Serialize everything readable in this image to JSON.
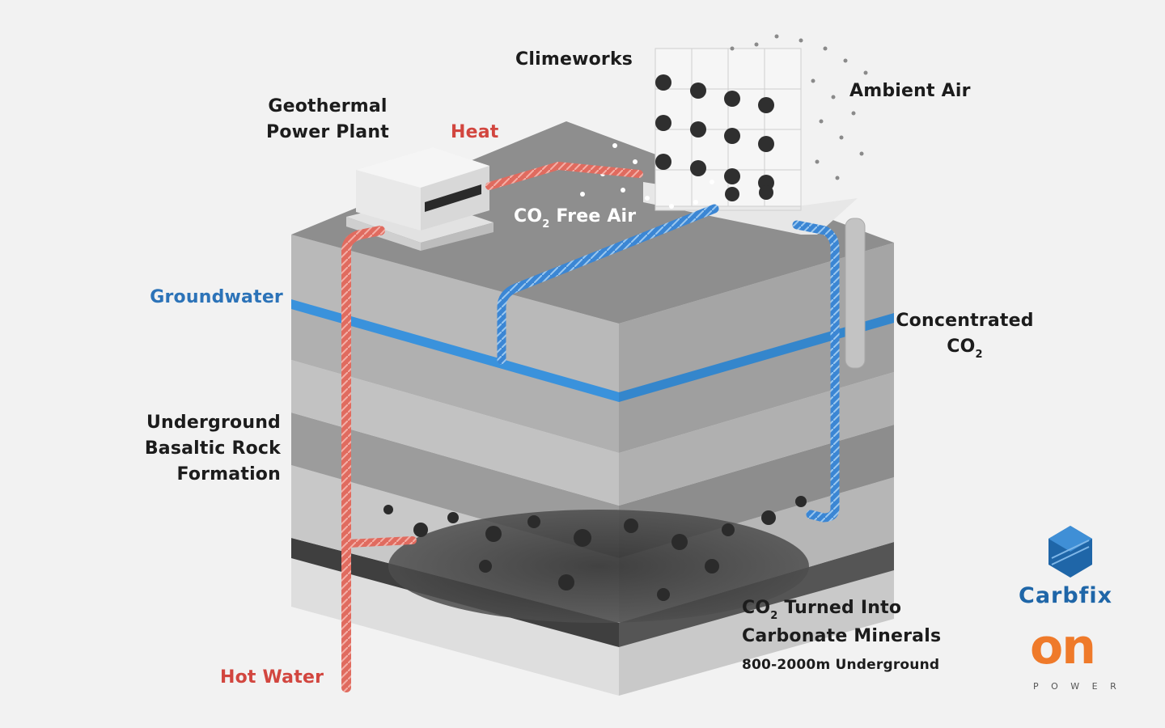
{
  "labels": {
    "climeworks": "Climeworks",
    "ambient_air": "Ambient Air",
    "geothermal_line1": "Geothermal",
    "geothermal_line2": "Power Plant",
    "heat": "Heat",
    "co2_free_air_prefix": "CO",
    "co2_free_air_sub": "2",
    "co2_free_air_suffix": " Free Air",
    "groundwater": "Groundwater",
    "concentrated_line1": "Concentrated",
    "concentrated_co2_prefix": "CO",
    "concentrated_co2_sub": "2",
    "underground_line1": "Underground",
    "underground_line2": "Basaltic Rock",
    "underground_line3": "Formation",
    "minerals_co2_prefix": "CO",
    "minerals_co2_sub": "2",
    "minerals_line1_suffix": " Turned Into",
    "minerals_line2": "Carbonate Minerals",
    "depth": "800-2000m Underground",
    "hot_water": "Hot Water"
  },
  "logos": {
    "carbfix": "Carbfix",
    "on_power_main": "on",
    "on_power_sub": "P O W E R"
  },
  "colors": {
    "hot_pipe": "#e06b5f",
    "cold_pipe": "#3b86d4",
    "groundwater": "#3a92dc",
    "label_red": "#d2463f",
    "label_blue": "#2c73b8",
    "carbfix": "#1f66a8",
    "on_power": "#ef7a2a"
  }
}
